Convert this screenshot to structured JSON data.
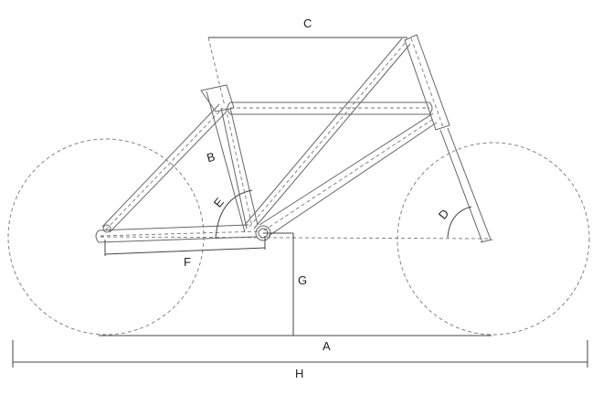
{
  "dimensions": {
    "A": "A",
    "B": "B",
    "C": "C",
    "D": "D",
    "E": "E",
    "F": "F",
    "G": "G",
    "H": "H"
  },
  "colors": {
    "line": "#666666",
    "text": "#222222"
  }
}
